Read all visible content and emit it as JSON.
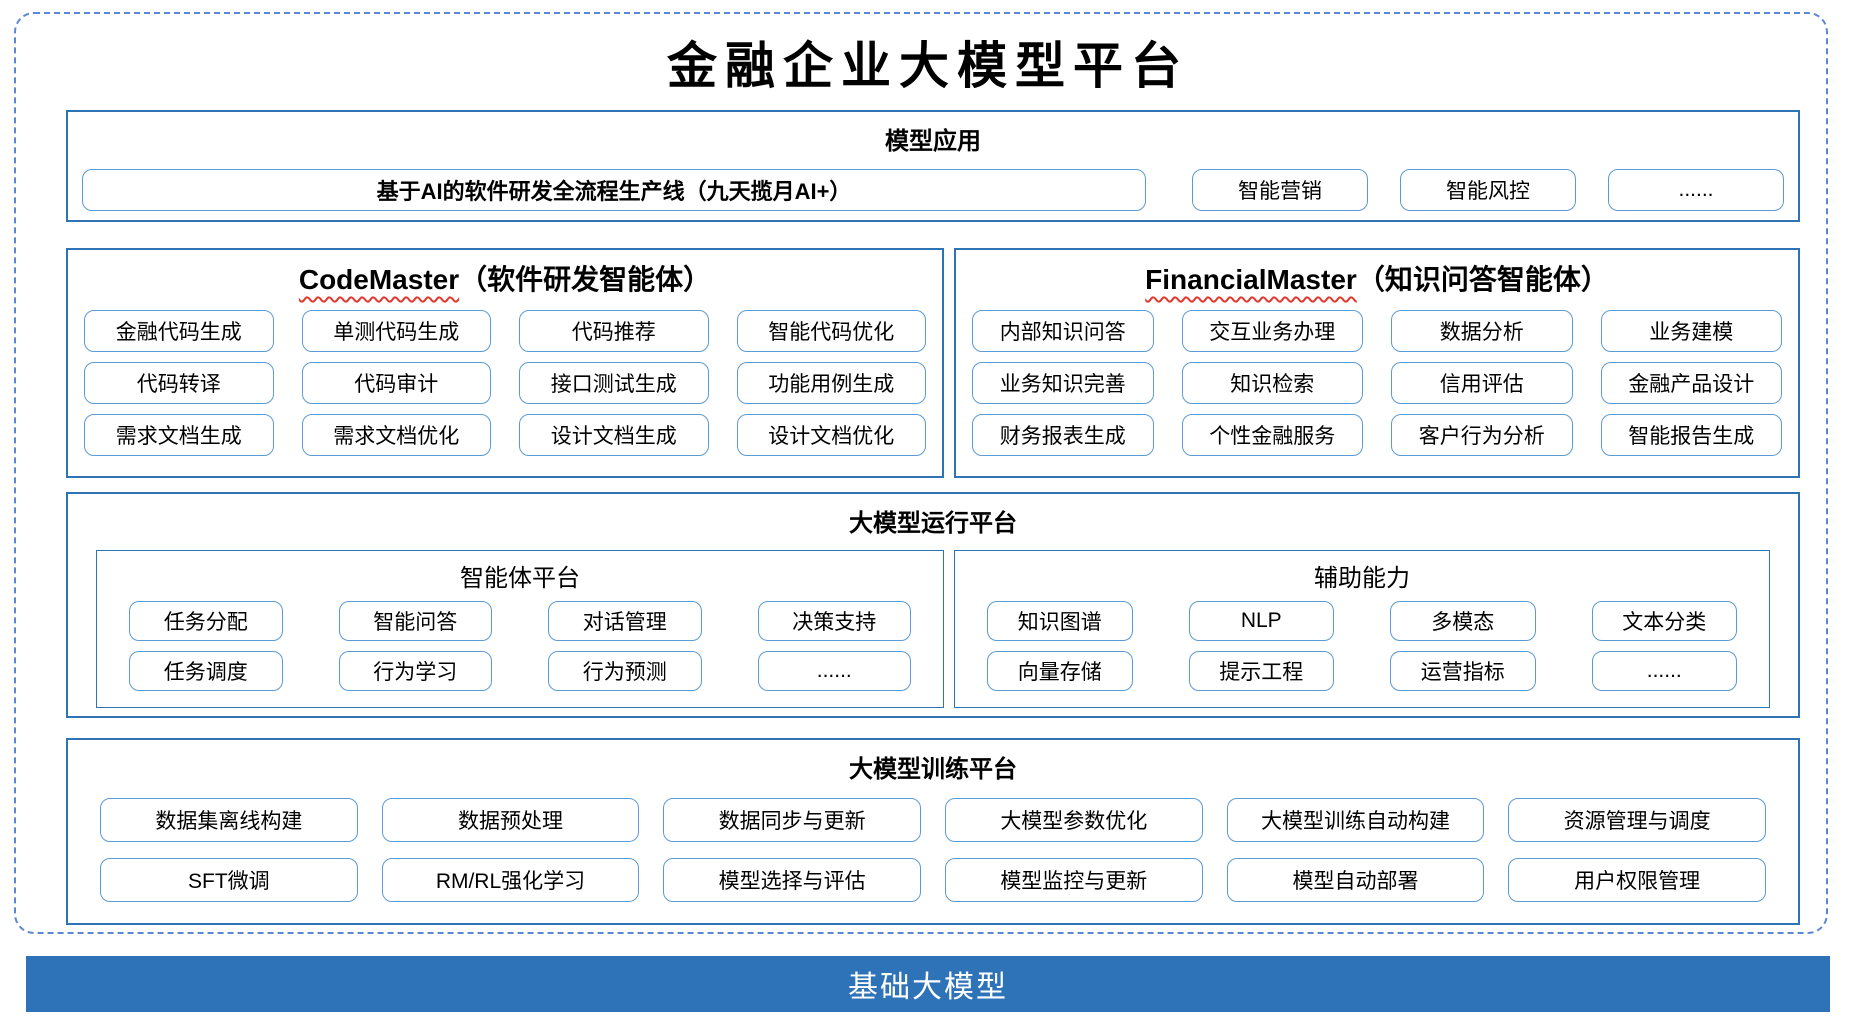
{
  "title": "金融企业大模型平台",
  "colors": {
    "section_border": "#2e74b5",
    "chip_border": "#5b9bd5",
    "dashed_border": "#5b87d5",
    "foundation_bg": "#2e73b8",
    "spellcheck_underline": "#e0392f",
    "text": "#000000"
  },
  "sections": {
    "model_app": {
      "header": "模型应用",
      "big_item": "基于AI的软件研发全流程生产线（九天揽月AI+）",
      "items": [
        "智能营销",
        "智能风控",
        "......"
      ]
    },
    "code_master": {
      "title_en": "CodeMaster",
      "title_cn": "（软件研发智能体）",
      "items": [
        "金融代码生成",
        "单测代码生成",
        "代码推荐",
        "智能代码优化",
        "代码转译",
        "代码审计",
        "接口测试生成",
        "功能用例生成",
        "需求文档生成",
        "需求文档优化",
        "设计文档生成",
        "设计文档优化"
      ]
    },
    "financial_master": {
      "title_en": "FinancialMaster",
      "title_cn": "（知识问答智能体）",
      "items": [
        "内部知识问答",
        "交互业务办理",
        "数据分析",
        "业务建模",
        "业务知识完善",
        "知识检索",
        "信用评估",
        "金融产品设计",
        "财务报表生成",
        "个性金融服务",
        "客户行为分析",
        "智能报告生成"
      ]
    },
    "runtime": {
      "header": "大模型运行平台",
      "agent_platform": {
        "title": "智能体平台",
        "items": [
          "任务分配",
          "智能问答",
          "对话管理",
          "决策支持",
          "任务调度",
          "行为学习",
          "行为预测",
          "......"
        ]
      },
      "aux": {
        "title": "辅助能力",
        "items": [
          "知识图谱",
          "NLP",
          "多模态",
          "文本分类",
          "向量存储",
          "提示工程",
          "运营指标",
          "......"
        ]
      }
    },
    "training": {
      "header": "大模型训练平台",
      "items": [
        "数据集离线构建",
        "数据预处理",
        "数据同步与更新",
        "大模型参数优化",
        "大模型训练自动构建",
        "资源管理与调度",
        "SFT微调",
        "RM/RL强化学习",
        "模型选择与评估",
        "模型监控与更新",
        "模型自动部署",
        "用户权限管理"
      ]
    },
    "foundation": {
      "label": "基础大模型"
    }
  }
}
